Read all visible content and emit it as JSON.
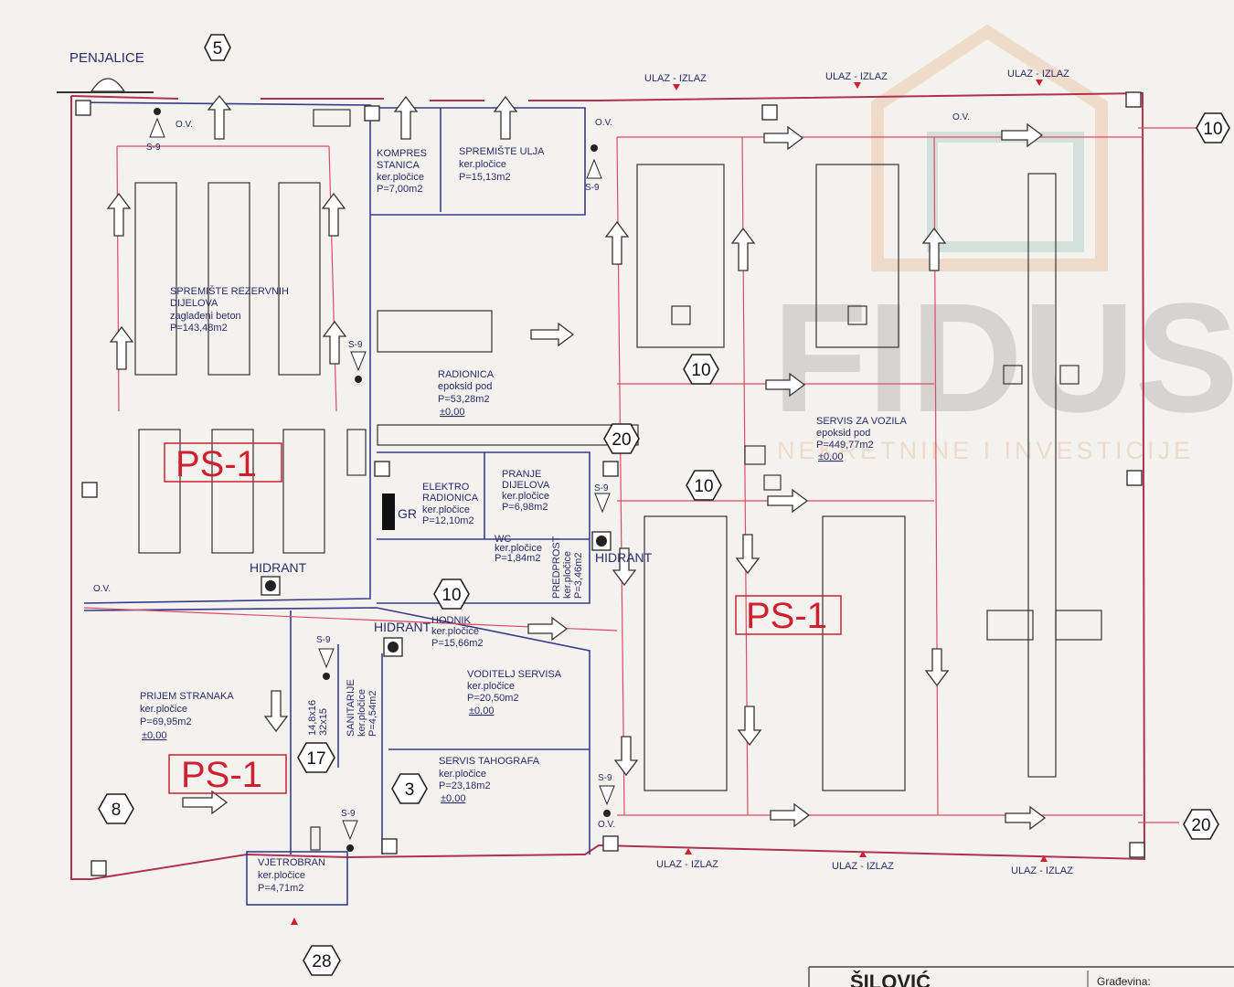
{
  "labels": {
    "penjalice": "PENJALICE",
    "ov": "O.V.",
    "s9": "S-9",
    "ulaz_izlaz": "ULAZ - IZLAZ",
    "hidrant": "HIDRANT",
    "gr": "GR",
    "ps1": "PS-1",
    "stairs_dim_a": "14,8x16",
    "stairs_dim_b": "32x15"
  },
  "rooms": {
    "spremiste_rezervnih": {
      "name_1": "SPREMIŠTE REZERVNIH",
      "name_2": "DIJELOVA",
      "floor": "zaglađeni beton",
      "area": "P=143,48m2"
    },
    "kompres": {
      "name_1": "KOMPRES",
      "name_2": "STANICA",
      "floor": "ker.pločice",
      "area": "P=7,00m2"
    },
    "spremiste_ulja": {
      "name": "SPREMIŠTE ULJA",
      "floor": "ker.pločice",
      "area": "P=15,13m2"
    },
    "radionica": {
      "name": "RADIONICA",
      "floor": "epoksid pod",
      "area": "P=53,28m2",
      "level": "±0,00"
    },
    "elektro": {
      "name_1": "ELEKTRO",
      "name_2": "RADIONICA",
      "floor": "ker.pločice",
      "area": "P=12,10m2"
    },
    "pranje": {
      "name_1": "PRANJE",
      "name_2": "DIJELOVA",
      "floor": "ker.pločice",
      "area": "P=6,98m2"
    },
    "wc": {
      "name": "WC",
      "floor": "ker.pločice",
      "area": "P=1,84m2"
    },
    "predprost": {
      "name": "PREDPROST",
      "floor": "ker.pločice",
      "area": "P=3,46m2"
    },
    "hodnik": {
      "name": "HODNIK",
      "floor": "ker.pločice",
      "area": "P=15,66m2"
    },
    "servis_vozila": {
      "name": "SERVIS ZA VOZILA",
      "floor": "epoksid pod",
      "area": "P=449,77m2",
      "level": "±0,00"
    },
    "prijem": {
      "name": "PRIJEM STRANAKA",
      "floor": "ker.pločice",
      "area": "P=69,95m2",
      "level": "±0,00"
    },
    "sanitarije": {
      "name": "SANITARIJE",
      "floor": "ker.pločice",
      "area": "P=4,54m2"
    },
    "voditelj": {
      "name": "VODITELJ SERVISA",
      "floor": "ker.pločice",
      "area": "P=20,50m2",
      "level": "±0,00"
    },
    "tahografa": {
      "name": "SERVIS TAHOGRAFA",
      "floor": "ker.pločice",
      "area": "P=23,18m2",
      "level": "±0,00"
    },
    "vjetrobran": {
      "name": "VJETROBRAN",
      "floor": "ker.pločice",
      "area": "P=4,71m2"
    }
  },
  "markers": {
    "m5": "5",
    "m10": "10",
    "m20": "20",
    "m8": "8",
    "m3": "3",
    "m17": "17",
    "m28": "28"
  },
  "watermark": {
    "brand": "FIDUS",
    "tagline": "NEKRETNINE I INVESTICIJE"
  },
  "titleblock": {
    "gradjevina": "Građevina:",
    "name": "ŠILOVIĆ"
  },
  "colors": {
    "wall": "#b03050",
    "axis": "#e04a60",
    "ink": "#2a2a6a",
    "ps": "#d02030"
  }
}
